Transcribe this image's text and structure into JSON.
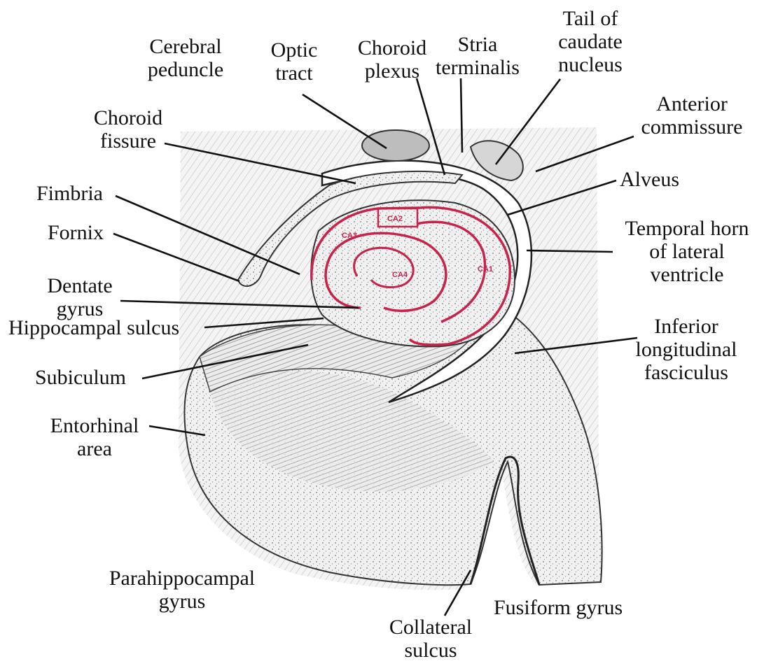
{
  "colors": {
    "hippocampal_outline": "#c8234b",
    "ink": "#111111",
    "tissue": "#efefef"
  },
  "labels": {
    "cerebral_peduncle": "Cerebral\npeduncle",
    "optic_tract": "Optic\ntract",
    "choroid_plexus": "Choroid\nplexus",
    "stria_terminalis": "Stria\nterminalis",
    "tail_of_caudate_nucleus": "Tail of\ncaudate\nnucleus",
    "anterior_commissure": "Anterior\ncommissure",
    "choroid_fissure": "Choroid\nfissure",
    "alveus": "Alveus",
    "fimbria": "Fimbria",
    "fornix": "Fornix",
    "temporal_horn": "Temporal horn\nof lateral\nventricle",
    "dentate_gyrus": "Dentate\ngyrus",
    "hippocampal_sulcus": "Hippocampal sulcus",
    "inferior_longitudinal_fasciculus": "Inferior\nlongitudinal\nfasciculus",
    "subiculum": "Subiculum",
    "entorhinal_area": "Entorhinal\narea",
    "parahippocampal_gyrus": "Parahippocampal\ngyrus",
    "fusiform_gyrus": "Fusiform gyrus",
    "collateral_sulcus": "Collateral\nsulcus"
  },
  "regions": {
    "ca1": "CA1",
    "ca2": "CA2",
    "ca3": "CA3",
    "ca4": "CA4"
  }
}
